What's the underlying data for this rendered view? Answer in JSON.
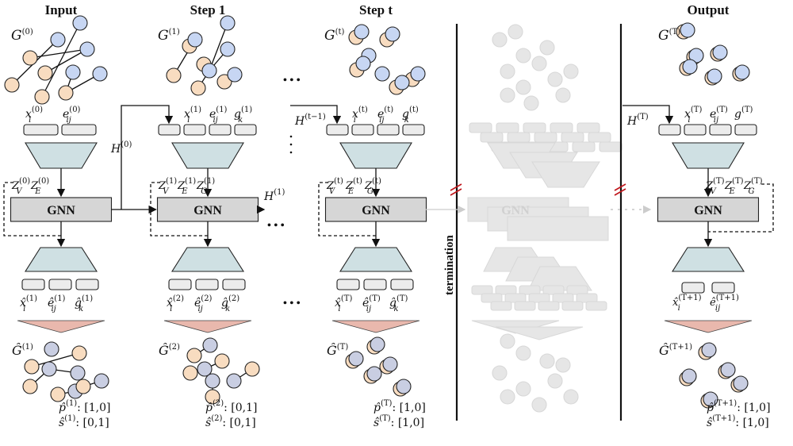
{
  "colors": {
    "peach": "#f8dcc0",
    "blue": "#c7d6f3",
    "slate": "#c9cee2",
    "encoder": "#cfe0e3",
    "decoder_tri": "#e9b8ad",
    "gnn": "#d6d6d6",
    "box": "#ececec",
    "ghost": "#e6e6e6",
    "slash": "#c0161b"
  },
  "columns": [
    {
      "title": "Input",
      "graph": {
        "b": "G",
        "sup": "(0)"
      },
      "inputs": [
        {
          "b": "x",
          "sub": "i",
          "sup": "(0)"
        },
        {
          "b": "e",
          "sub": "ij",
          "sup": "(0)"
        }
      ],
      "latent": [
        {
          "b": "Z",
          "sub": "V",
          "sup": "(0)"
        },
        {
          "b": "Z",
          "sub": "E",
          "sup": "(0)"
        }
      ],
      "outputs": [
        {
          "b": "x̂",
          "sub": "i",
          "sup": "(1)"
        },
        {
          "b": "ê",
          "sub": "ij",
          "sup": "(1)"
        },
        {
          "b": "ĝ",
          "sub": "k",
          "sup": "(1)"
        }
      ],
      "pred_graph": {
        "b": "Ĝ",
        "sup": "(1)"
      },
      "p": {
        "b": "p̂",
        "sup": "(1)",
        "val": ": [1,0]"
      },
      "s": {
        "b": "ŝ",
        "sup": "(1)",
        "val": ": [0,1]"
      },
      "hidden_out": {
        "b": "H",
        "sup": "(0)"
      }
    },
    {
      "title": "Step 1",
      "graph": {
        "b": "G",
        "sup": "(1)"
      },
      "inputs": [
        {
          "b": "x",
          "sub": "i",
          "sup": "(1)"
        },
        {
          "b": "e",
          "sub": "ij",
          "sup": "(1)"
        },
        {
          "b": "g",
          "sub": "k",
          "sup": "(1)"
        }
      ],
      "latent": [
        {
          "b": "Z",
          "sub": "V",
          "sup": "(1)"
        },
        {
          "b": "Z",
          "sub": "E",
          "sup": "(1)"
        },
        {
          "b": "Z",
          "sub": "G",
          "sup": "(1)"
        }
      ],
      "outputs": [
        {
          "b": "x̂",
          "sub": "i",
          "sup": "(2)"
        },
        {
          "b": "ê",
          "sub": "ij",
          "sup": "(2)"
        },
        {
          "b": "ĝ",
          "sub": "k",
          "sup": "(2)"
        }
      ],
      "pred_graph": {
        "b": "Ĝ",
        "sup": "(2)"
      },
      "p": {
        "b": "p̂",
        "sup": "(2)",
        "val": ": [0,1]"
      },
      "s": {
        "b": "ŝ",
        "sup": "(2)",
        "val": ": [0,1]"
      },
      "hidden_out": {
        "b": "H",
        "sup": "(1)"
      }
    },
    {
      "title": "Step t",
      "graph": {
        "b": "G",
        "sup": "(t)"
      },
      "hidden_in": {
        "b": "H",
        "sup": "(t−1)"
      },
      "inputs": [
        {
          "b": "x",
          "sub": "i",
          "sup": "(t)"
        },
        {
          "b": "e",
          "sub": "ij",
          "sup": "(t)"
        },
        {
          "b": "g",
          "sub": "k",
          "sup": "(t)"
        }
      ],
      "latent": [
        {
          "b": "Z",
          "sub": "V",
          "sup": "(t)"
        },
        {
          "b": "Z",
          "sub": "E",
          "sup": "(t)"
        },
        {
          "b": "Z",
          "sub": "G",
          "sup": "(t)"
        }
      ],
      "outputs": [
        {
          "b": "x̂",
          "sub": "i",
          "sup": "(T)"
        },
        {
          "b": "ê",
          "sub": "ij",
          "sup": "(T)"
        },
        {
          "b": "ĝ",
          "sub": "k",
          "sup": "(T)"
        }
      ],
      "pred_graph": {
        "b": "Ĝ",
        "sup": "(T)"
      },
      "p": {
        "b": "p̂",
        "sup": "(T)",
        "val": ": [1,0]"
      },
      "s": {
        "b": "ŝ",
        "sup": "(T)",
        "val": ": [1,0]"
      }
    },
    {
      "title": "Output",
      "graph": {
        "b": "G",
        "sup": "(T)"
      },
      "hidden_in": {
        "b": "H",
        "sup": "(T)"
      },
      "inputs": [
        {
          "b": "x",
          "sub": "i",
          "sup": "(T)"
        },
        {
          "b": "e",
          "sub": "ij",
          "sup": "(T)"
        },
        {
          "b": "g",
          "sup": "(T)"
        }
      ],
      "latent": [
        {
          "b": "Z",
          "sub": "V",
          "sup": "(T)"
        },
        {
          "b": "Z",
          "sub": "E",
          "sup": "(T)"
        },
        {
          "b": "Z",
          "sub": "G",
          "sup": "(T)"
        }
      ],
      "outputs": [
        {
          "b": "x̂",
          "sub": "i",
          "sup": "(T+1)"
        },
        {
          "b": "ê",
          "sub": "ij",
          "sup": "(T+1)"
        }
      ],
      "pred_graph": {
        "b": "Ĝ",
        "sup": "(T+1)"
      },
      "p": {
        "b": "p̂",
        "sup": "(T+1)",
        "val": ": [1,0]"
      },
      "s": {
        "b": "ŝ",
        "sup": "(T+1)",
        "val": ": [1,0]"
      }
    }
  ],
  "gnn_label": "GNN",
  "ellipsis": "• • •",
  "termination": "termination"
}
